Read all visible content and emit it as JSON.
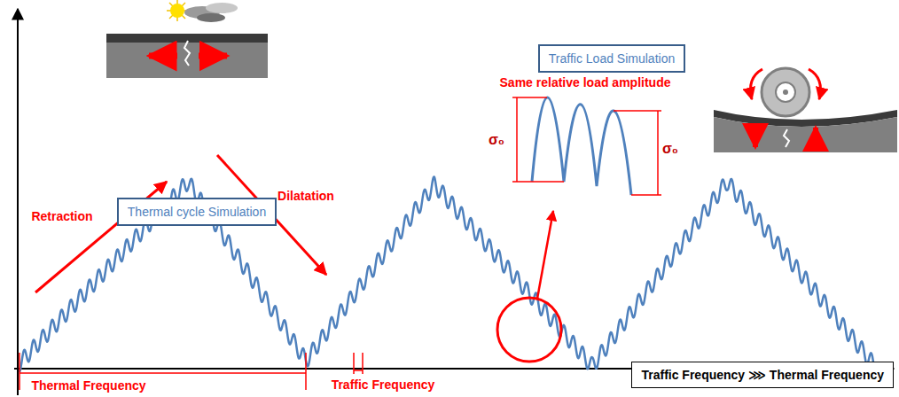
{
  "diagram": {
    "nodes": [
      {
        "text": [
          "Traffic Load Simulation"
        ]
      },
      {
        "text": [
          "Thermal cycle Simulation"
        ]
      },
      {
        "text": [
          "Traffic Frequency ⋙ Thermal Frequency"
        ]
      }
    ],
    "labels": [
      "Retraction",
      "Dilatation",
      "Same relative load amplitude",
      "σ₀",
      "σ₀",
      "Thermal Frequency",
      "Traffic Frequency"
    ]
  }
}
